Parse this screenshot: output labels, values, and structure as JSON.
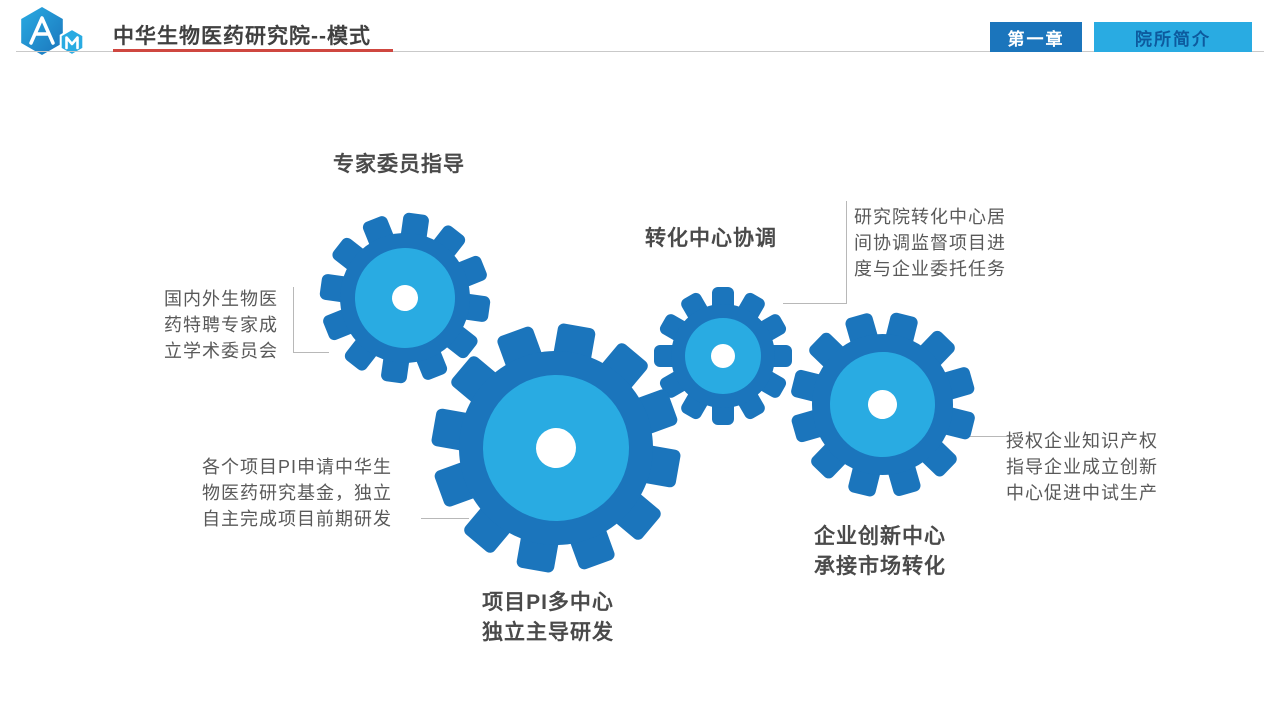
{
  "header": {
    "title": "中华生物医药研究院--模式",
    "chapter_label": "第一章",
    "section_label": "院所简介"
  },
  "nodes": [
    {
      "id": "expert-committee",
      "title": "专家委员指导",
      "callout": "国内外生物医\n药特聘专家成\n立学术委员会"
    },
    {
      "id": "transfer-center",
      "title": "转化中心协调",
      "callout": "研究院转化中心居\n间协调监督项目进\n度与企业委托任务"
    },
    {
      "id": "pi-multicenter",
      "title": "项目PI多中心\n独立主导研发",
      "callout": "各个项目PI申请中华生\n物医药研究基金，独立\n自主完成项目前期研发"
    },
    {
      "id": "enterprise-innovation",
      "title": "企业创新中心\n承接市场转化",
      "callout": "授权企业知识产权\n指导企业成立创新\n中心促进中试生产"
    }
  ],
  "colors": {
    "gear_dark": "#1B75BC",
    "gear_light": "#29ABE2",
    "badge_chapter_bg": "#1B75BC",
    "badge_section_bg": "#29ABE2",
    "badge_section_text": "#0D5A9E",
    "accent_red": "#CF4740",
    "title_text": "#404040",
    "body_text": "#595959",
    "connector_gray": "#B8B8B8"
  }
}
